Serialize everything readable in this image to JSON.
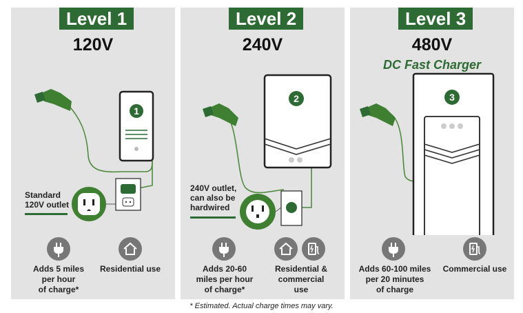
{
  "levels": [
    {
      "badge": "Level 1",
      "voltage": "120V",
      "number": "1",
      "outlet_label": [
        "Standard",
        "120V outlet"
      ],
      "features": [
        {
          "icon": "plug-icon",
          "lines": [
            "Adds 5 miles",
            "per hour",
            "of charge*"
          ]
        },
        {
          "icon": "house-icon",
          "lines": [
            "Residential use"
          ]
        }
      ]
    },
    {
      "badge": "Level 2",
      "voltage": "240V",
      "number": "2",
      "outlet_label": [
        "240V outlet,",
        "can also be",
        "hardwired"
      ],
      "features": [
        {
          "icon": "plug-icon",
          "lines": [
            "Adds 20-60",
            "miles per hour",
            "of charge*"
          ]
        },
        {
          "icon": "house-charger-icon",
          "lines": [
            "Residential &",
            "commercial",
            "use"
          ]
        }
      ]
    },
    {
      "badge": "Level 3",
      "voltage": "480V",
      "subtitle": "DC Fast Charger",
      "number": "3",
      "features": [
        {
          "icon": "plug-icon",
          "lines": [
            "Adds 60-100 miles",
            "per 20 minutes",
            "of charge"
          ]
        },
        {
          "icon": "charger-icon",
          "lines": [
            "Commercial use"
          ]
        }
      ]
    }
  ],
  "footnote": "* Estimated. Actual charge times may vary.",
  "colors": {
    "brand_green": "#2d6a34",
    "panel_bg": "#e3e3e3",
    "icon_gray": "#777777",
    "accent_green": "#4e8a3e"
  }
}
